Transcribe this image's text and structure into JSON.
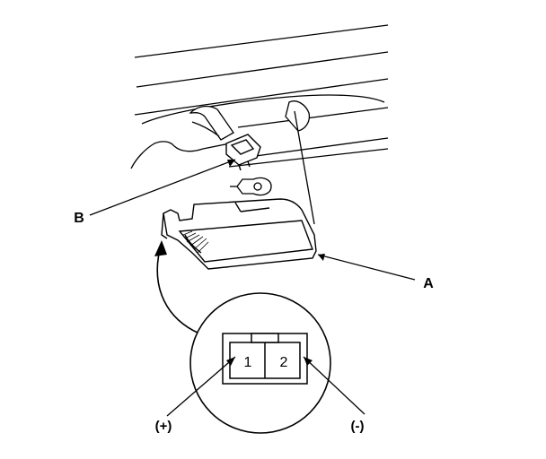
{
  "figure": {
    "callouts": {
      "a": "A",
      "b": "B"
    },
    "connector": {
      "pin_1": "1",
      "pin_2": "2",
      "pin_1_polarity": "(+)",
      "pin_2_polarity": "(-)"
    }
  },
  "colors": {
    "line": "#000000",
    "background": "#ffffff"
  }
}
